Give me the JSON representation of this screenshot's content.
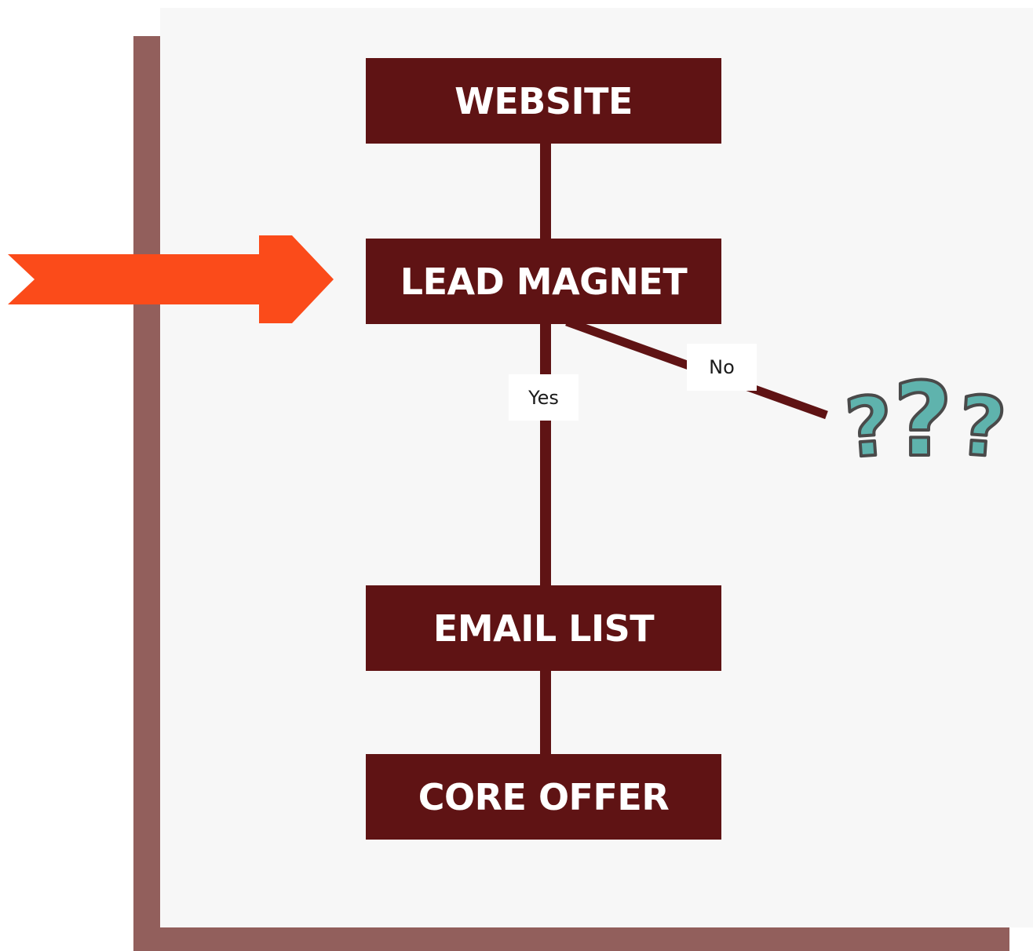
{
  "nodes": {
    "website": "WEBSITE",
    "lead_magnet": "LEAD MAGNET",
    "email_list": "EMAIL LIST",
    "core_offer": "CORE OFFER"
  },
  "edges": {
    "yes_label": "Yes",
    "no_label": "No"
  },
  "colors": {
    "node_fill": "#5f1314",
    "node_text": "#ffffff",
    "connector": "#5f1314",
    "panel": "#f7f7f7",
    "panel_shadow": "#925f5c",
    "arrow": "#fb4b1a",
    "question_fill": "#5fb3ad",
    "question_outline": "#4a4a4a"
  },
  "icons": {
    "pointer": "right-arrow-icon",
    "unknown": "question-marks-icon"
  }
}
